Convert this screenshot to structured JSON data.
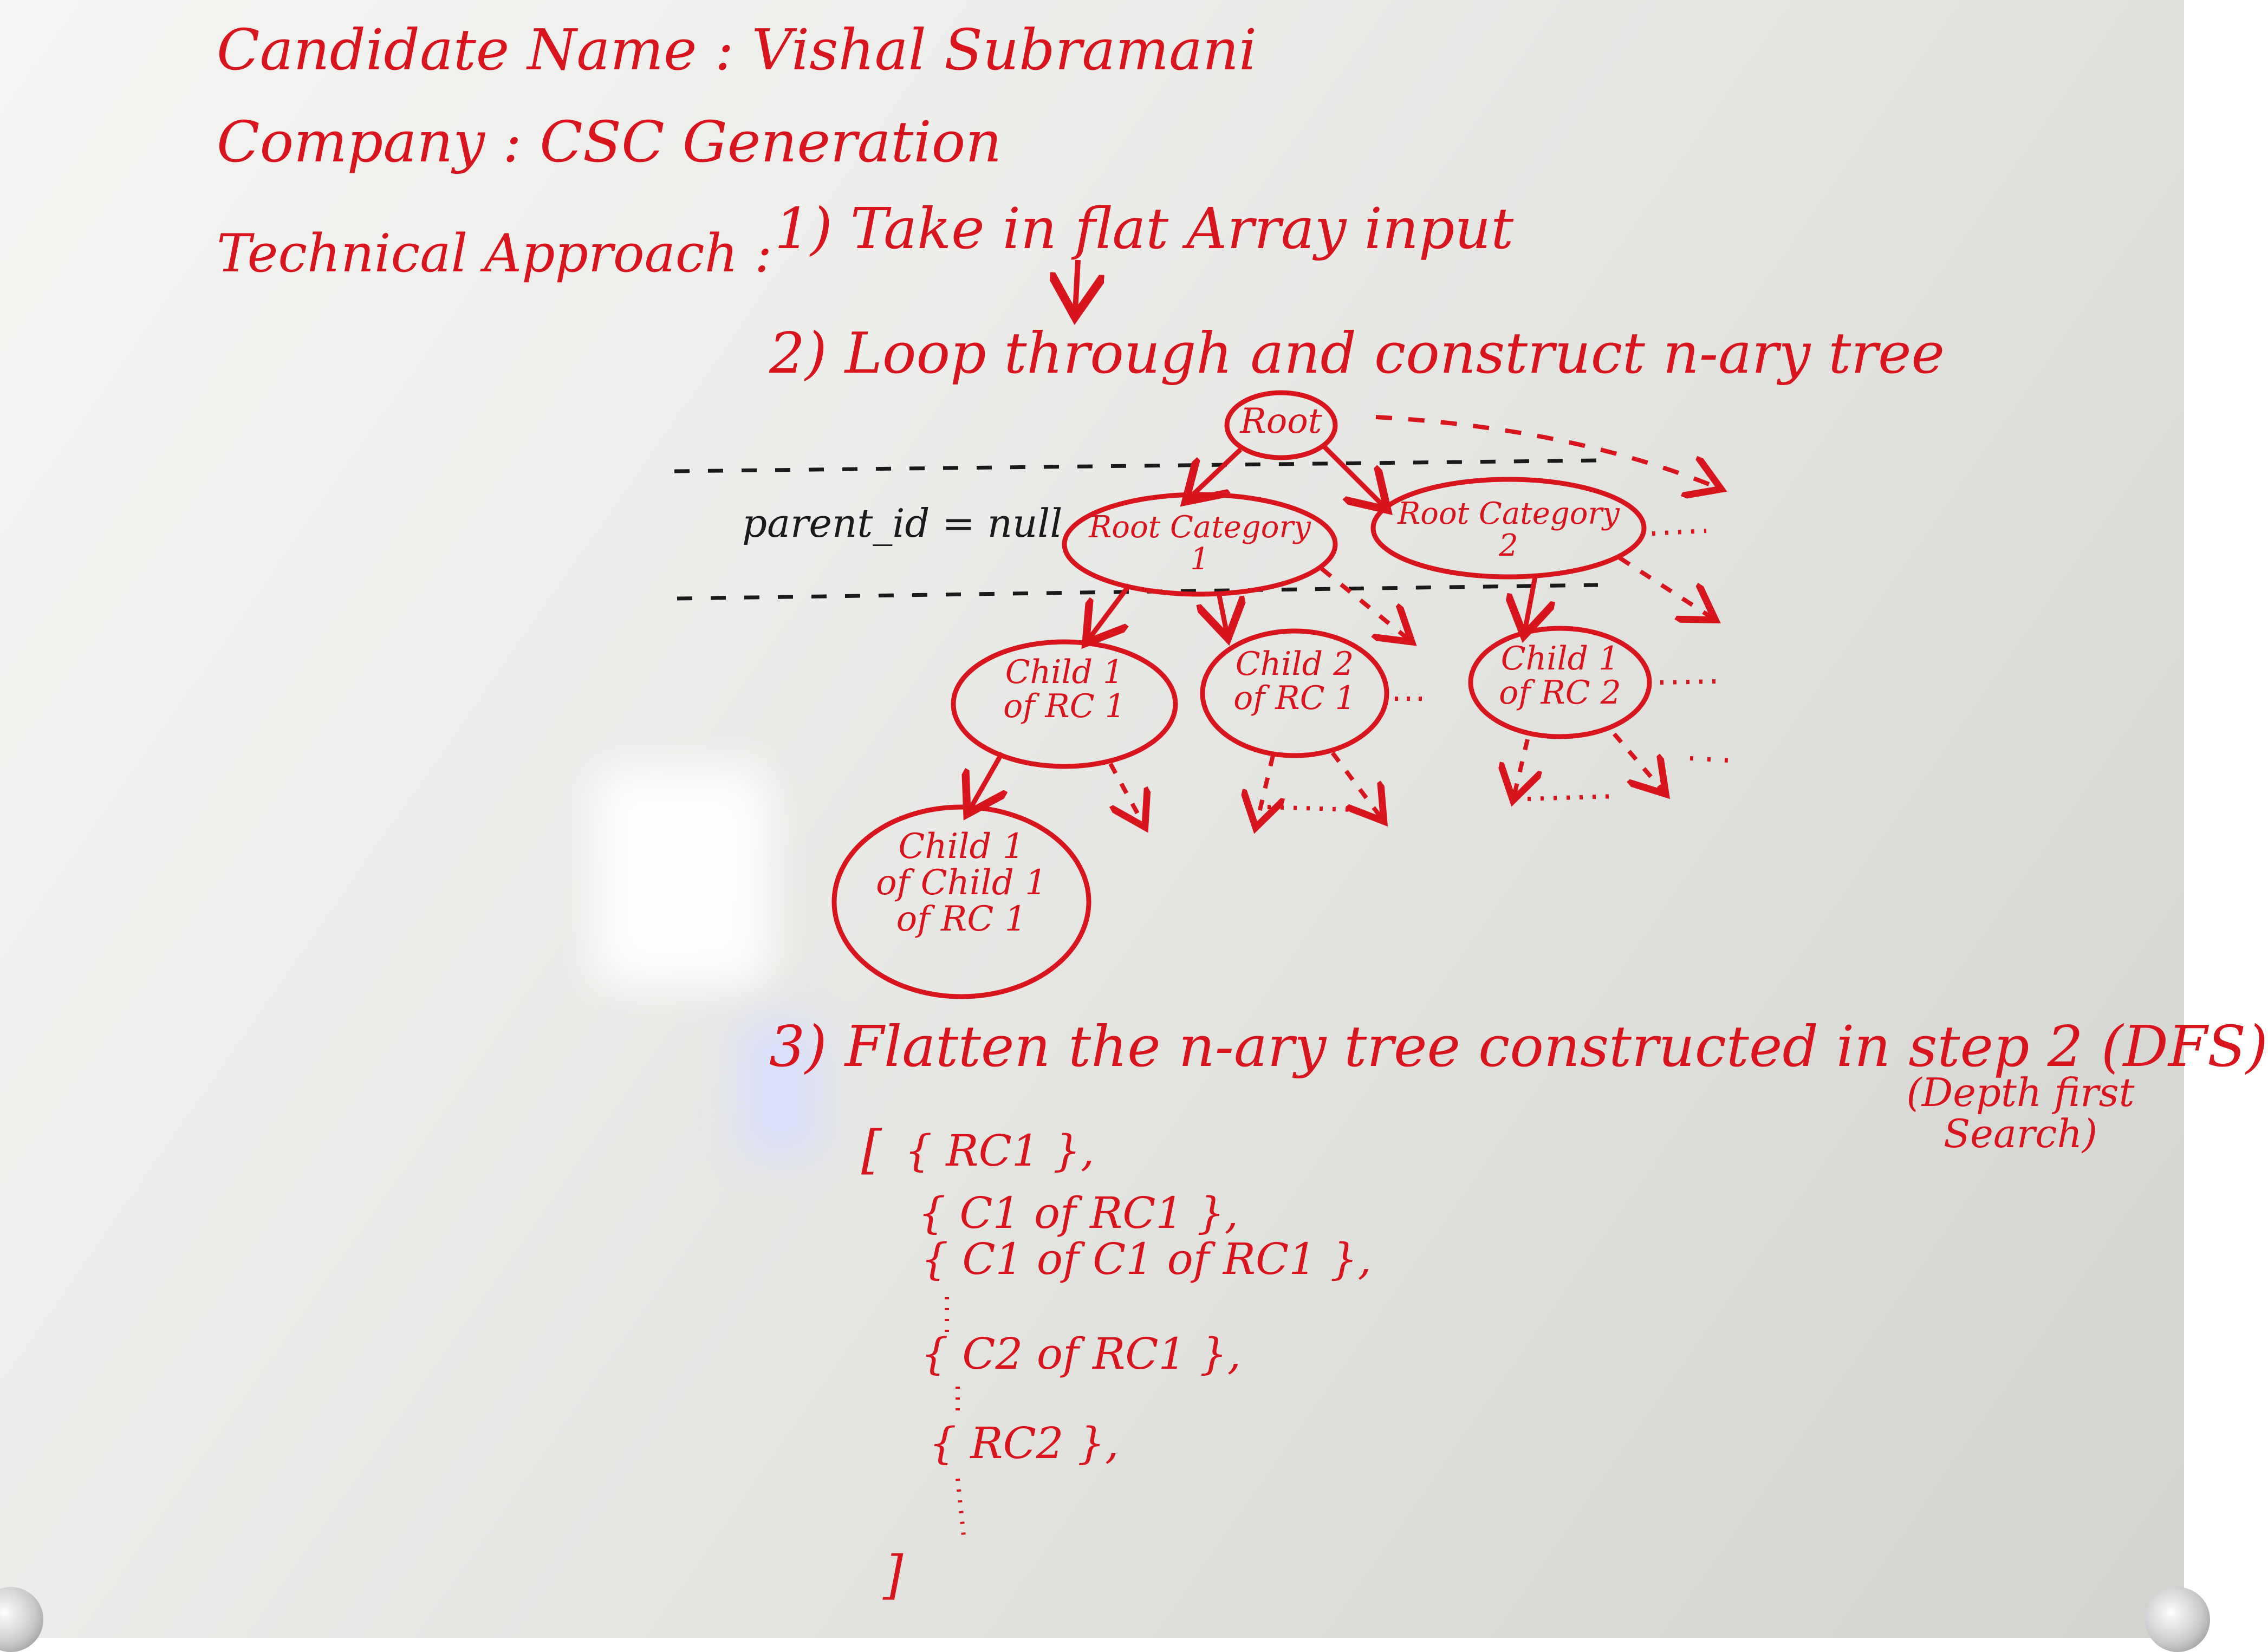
{
  "header": {
    "candidate_line": "Candidate Name : Vishal Subramani",
    "company_line": "Company : CSC Generation",
    "approach_label": "Technical Approach :"
  },
  "steps": {
    "step1": "1) Take in flat Array input",
    "step2": "2) Loop through and construct n-ary tree",
    "step3": "3) Flatten the n-ary tree constructed in step 2 (DFS)",
    "dfs_note": "(Depth first\nSearch)"
  },
  "tree": {
    "parent_note": "parent_id = null",
    "nodes": {
      "root": "Root",
      "rc1": "Root Category\n1",
      "rc2": "Root Category\n2",
      "c1_rc1": "Child 1\nof RC 1",
      "c2_rc1": "Child 2\nof RC 1",
      "c1_rc2": "Child 1\nof RC 2",
      "c1_c1_rc1": "Child 1\nof Child 1\nof RC 1"
    }
  },
  "flattened": {
    "open_bracket": "[",
    "items": [
      "{ RC1 },",
      "{ C1 of RC1 },",
      "{ C1 of C1 of RC1 },",
      "{ C2 of RC1 },",
      "{ RC2 },"
    ],
    "close_bracket": "]"
  },
  "colors": {
    "marker_red": "#d8141c",
    "marker_black": "#1a1a1a"
  }
}
